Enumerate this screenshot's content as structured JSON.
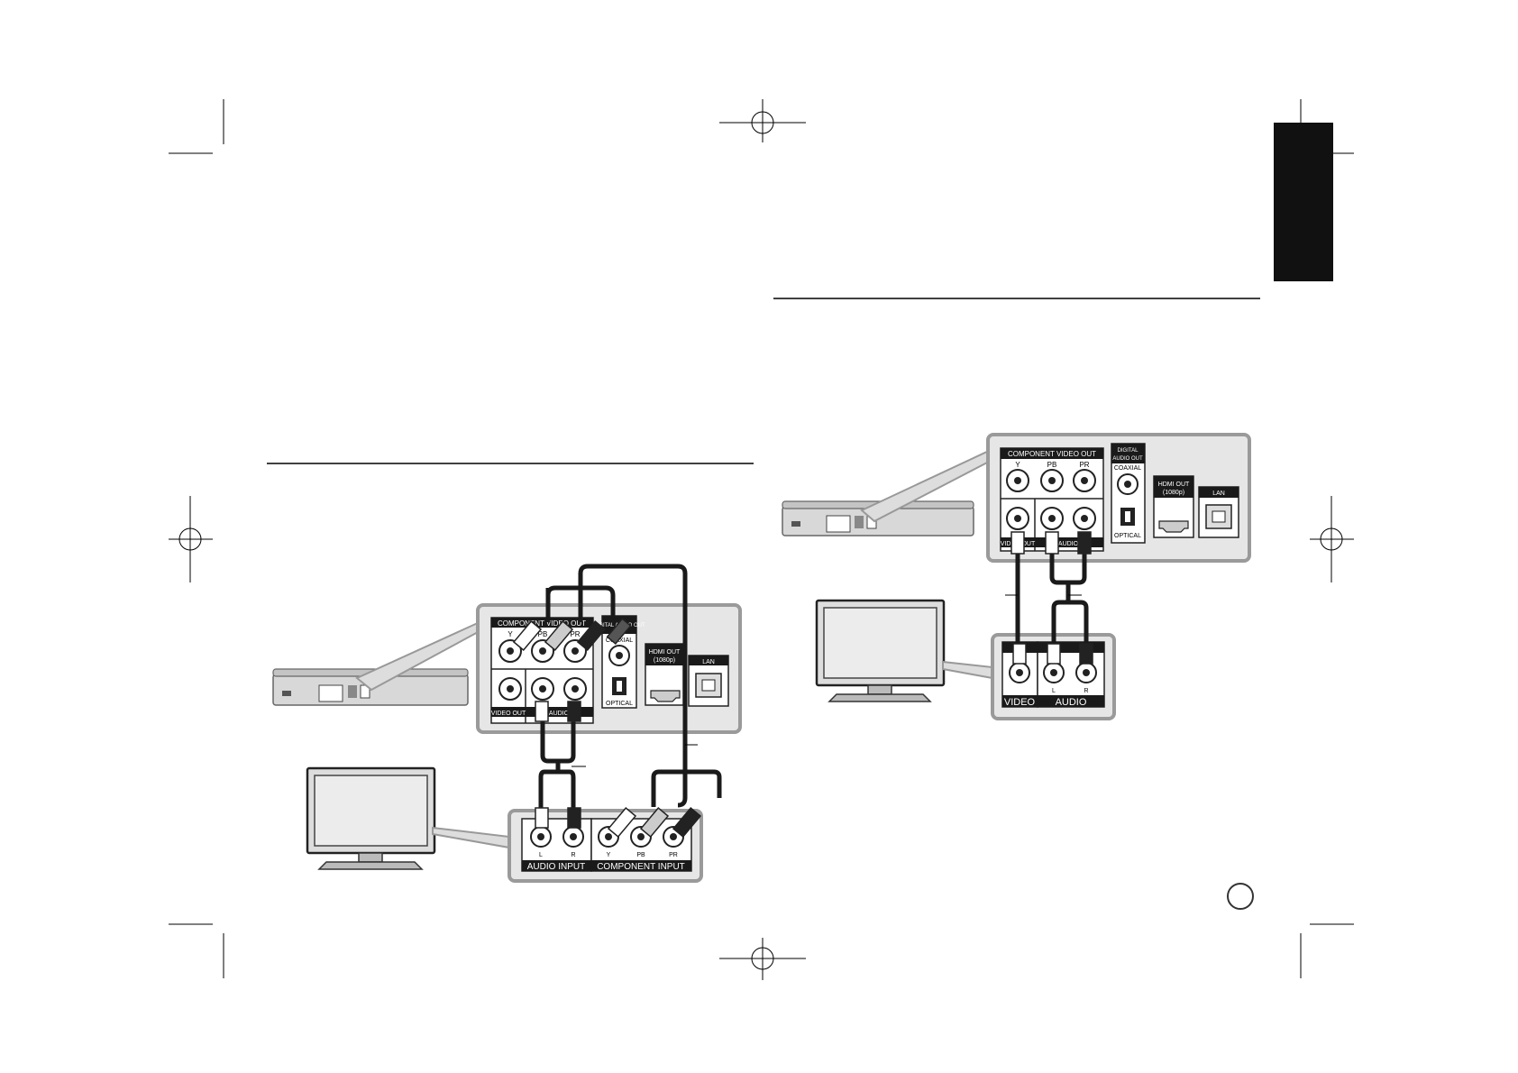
{
  "left_diagram": {
    "panel": {
      "component_video_out": "COMPONENT VIDEO OUT",
      "y": "Y",
      "pb": "PB",
      "pr": "PR",
      "digital_audio_out": "DIGITAL AUDIO OUT",
      "coaxial": "COAXIAL",
      "optical": "OPTICAL",
      "video_out": "VIDEO OUT",
      "audio": "AUDIO",
      "hdmi_out": "HDMI OUT",
      "hdmi_res": "(1080p)",
      "lan": "LAN"
    },
    "tv_panel": {
      "l": "L",
      "r": "R",
      "y": "Y",
      "pb": "PB",
      "pr": "PR",
      "audio_input": "AUDIO INPUT",
      "component_input": "COMPONENT INPUT"
    }
  },
  "right_diagram": {
    "panel": {
      "component_video_out": "COMPONENT VIDEO OUT",
      "y": "Y",
      "pb": "PB",
      "pr": "PR",
      "digital": "DIGITAL",
      "audio_out": "AUDIO OUT",
      "coaxial": "COAXIAL",
      "optical": "OPTICAL",
      "video_out": "VIDEO OUT",
      "audio": "AUDIO",
      "hdmi_out": "HDMI OUT",
      "hdmi_res": "(1080p)",
      "lan": "LAN"
    },
    "tv_panel": {
      "l": "L",
      "r": "R",
      "video": "VIDEO",
      "audio": "AUDIO"
    }
  },
  "colors": {
    "panel_fill": "#e6e6e6",
    "panel_stroke": "#9a9a9a",
    "cable": "#1a1a1a",
    "label_bar": "#1a1a1a",
    "language_tab": "#111111"
  }
}
